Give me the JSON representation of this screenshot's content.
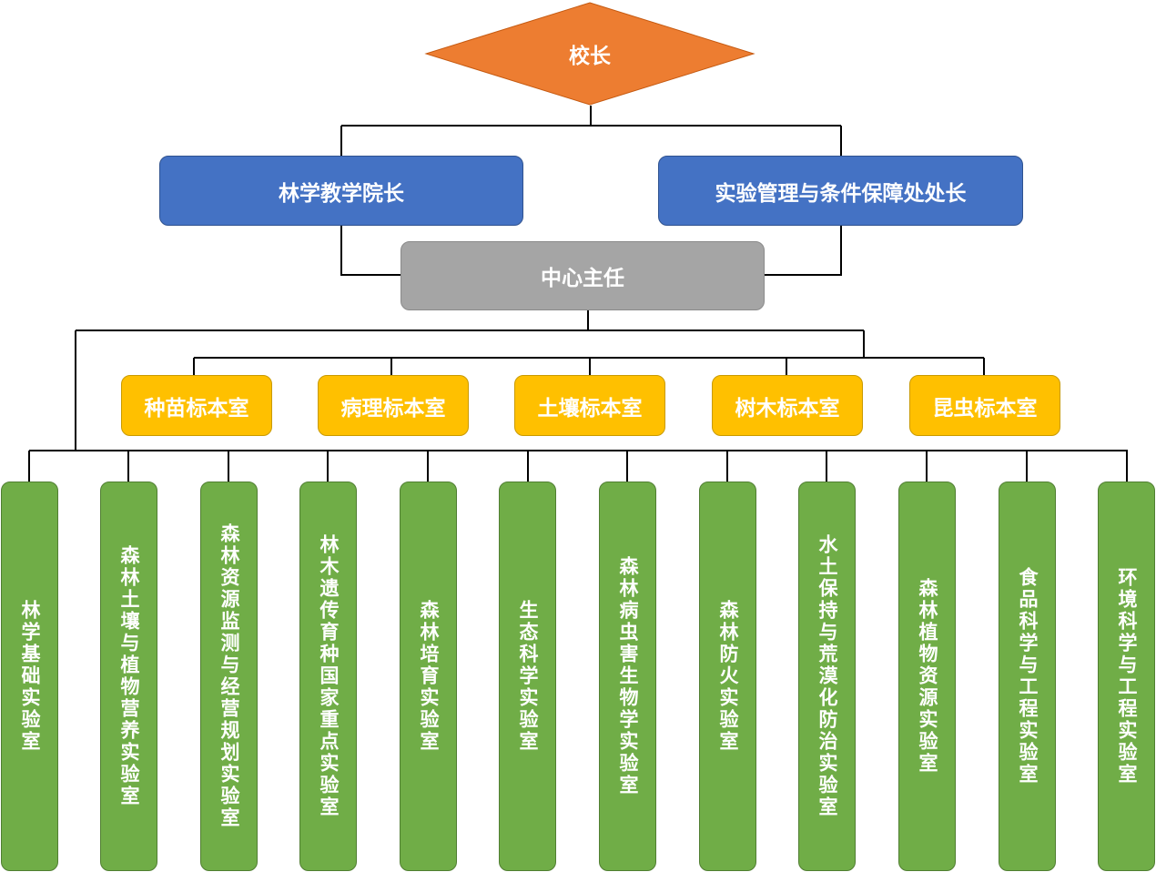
{
  "title": "组织结构图",
  "colors": {
    "principal": "#ed7d31",
    "deans": "#4472c4",
    "director": "#a5a5a5",
    "specimen_rooms": "#ffc000",
    "labs": "#70ad47",
    "connector": "#000000"
  },
  "principal": {
    "label": "校长"
  },
  "deans": [
    {
      "label": "林学教学院长"
    },
    {
      "label": "实验管理与条件保障处处长"
    }
  ],
  "director": {
    "label": "中心主任"
  },
  "specimen_rooms": [
    {
      "label": "种苗标本室"
    },
    {
      "label": "病理标本室"
    },
    {
      "label": "土壤标本室"
    },
    {
      "label": "树木标本室"
    },
    {
      "label": "昆虫标本室"
    }
  ],
  "labs": [
    {
      "label": "林学基础实验室"
    },
    {
      "label": "森林土壤与植物营养实验室"
    },
    {
      "label": "森林资源监测与经营规划实验室"
    },
    {
      "label": "林木遗传育种国家重点实验室"
    },
    {
      "label": "森林培育实验室"
    },
    {
      "label": "生态科学实验室"
    },
    {
      "label": "森林病虫害生物学实验室"
    },
    {
      "label": "森林防火实验室"
    },
    {
      "label": "水土保持与荒漠化防治实验室"
    },
    {
      "label": "森林植物资源实验室"
    },
    {
      "label": "食品科学与工程实验室"
    },
    {
      "label": "环境科学与工程实验室"
    }
  ]
}
